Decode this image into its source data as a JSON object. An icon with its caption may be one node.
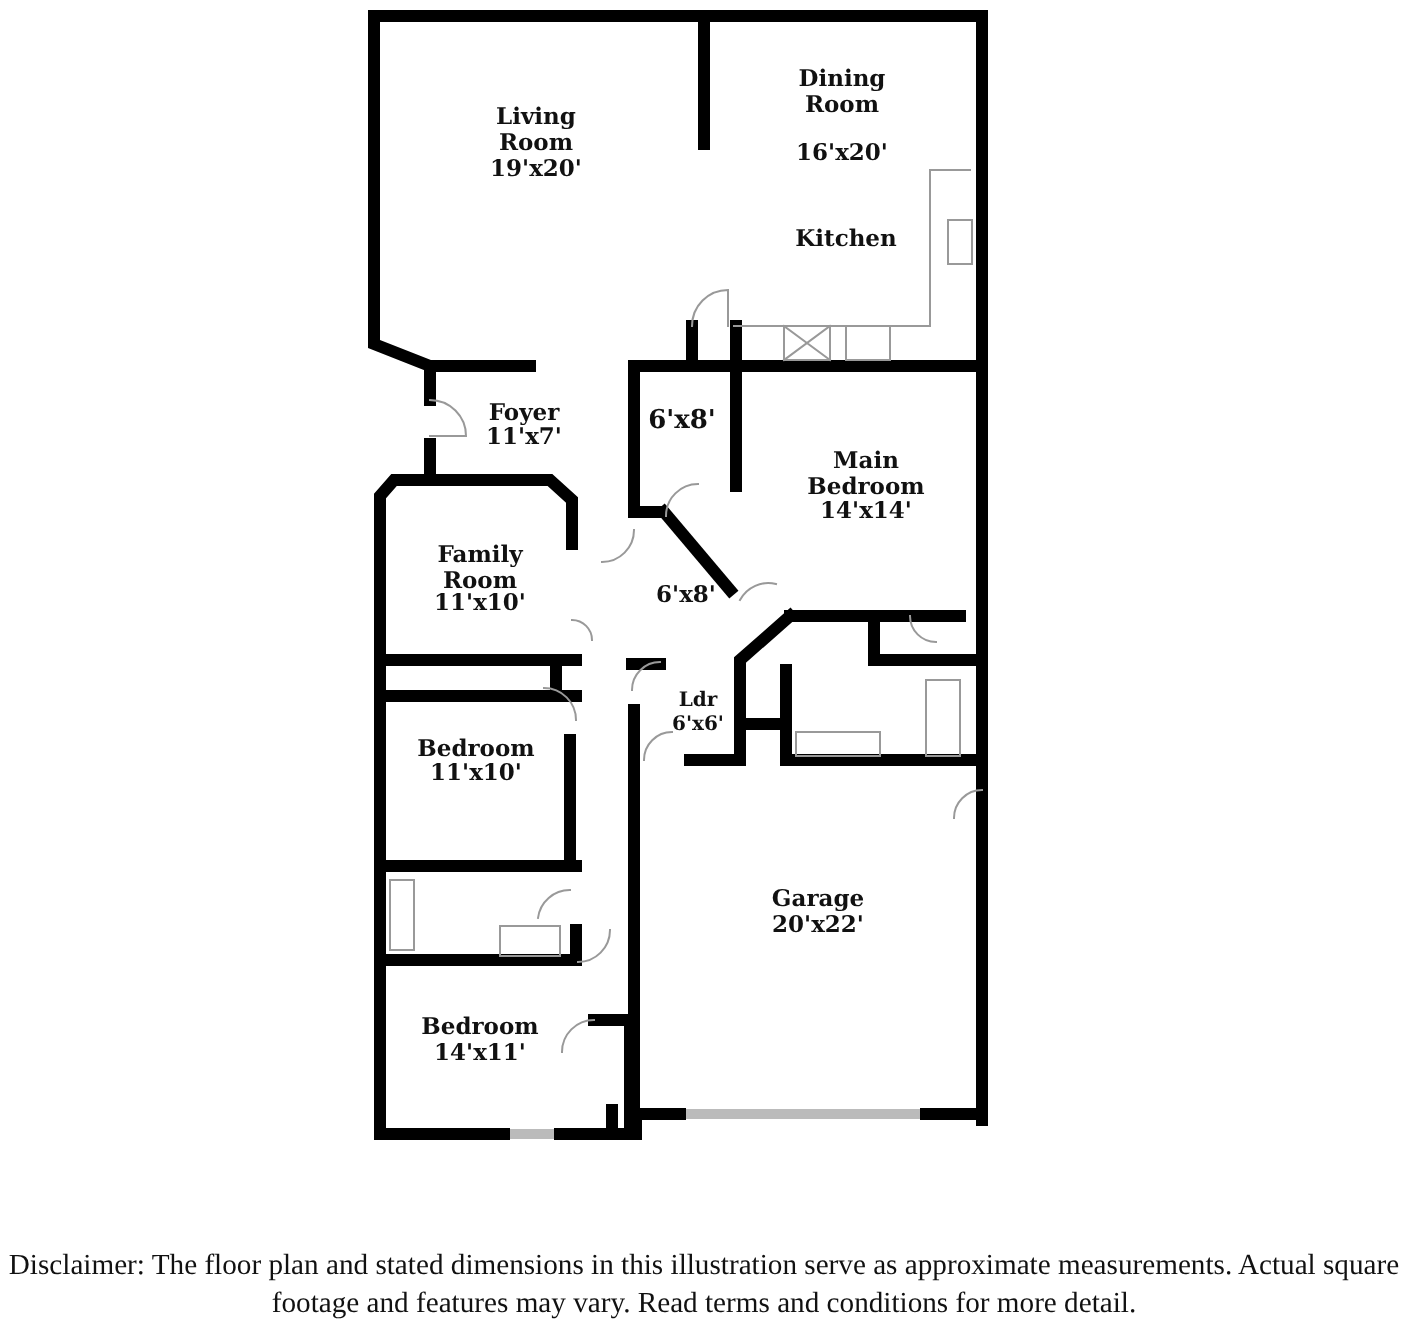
{
  "diagram": {
    "labels": [
      "Dining Room",
      "16'x20'",
      "Living Room",
      "19'x20'",
      "Kitchen",
      "Foyer",
      "11'x7'",
      "6'x8'",
      "Main Bedroom",
      "14'x14'",
      "Family Room",
      "11'x10'",
      "6'x8'",
      "Ldr",
      "6'x6'",
      "Bedroom",
      "11'x10'",
      "Garage",
      "20'x22'",
      "Bedroom",
      "14'x11'",
      "Disclaimer: The floor plan and stated dimensions in this illustration serve as approximate measurements. Actual square footage and features may vary. Read terms and conditions for more detail."
    ]
  }
}
